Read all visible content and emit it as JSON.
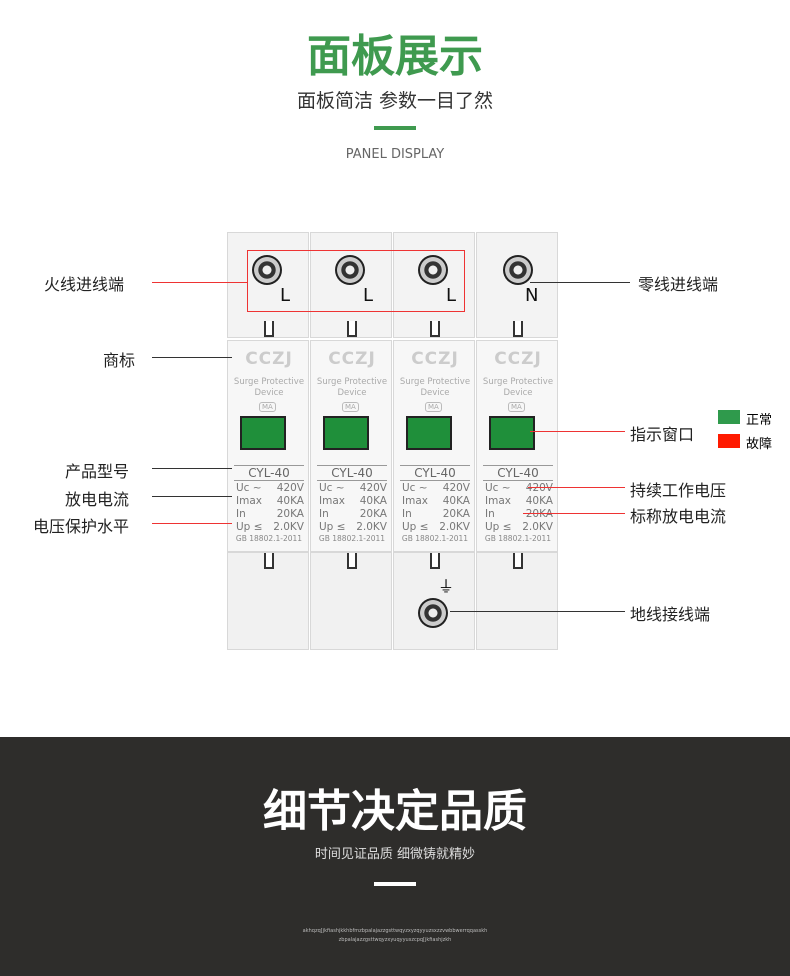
{
  "header": {
    "title": "面板展示",
    "subtitle": "面板简洁 参数一目了然",
    "english": "PANEL DISPLAY"
  },
  "device": {
    "modules": [
      {
        "terminal": "L"
      },
      {
        "terminal": "L"
      },
      {
        "terminal": "L"
      },
      {
        "terminal": "N"
      }
    ],
    "brand": "CCZJ",
    "type_line1": "Surge Protective",
    "type_line2": "Device",
    "cert": "MA",
    "model": "CYL-40",
    "specs": [
      [
        "Uc ~",
        "420V"
      ],
      [
        "Imax",
        "40KA"
      ],
      [
        "In",
        "20KA"
      ],
      [
        "Up ≤",
        "2.0KV"
      ]
    ],
    "standard": "GB 18802.1-2011",
    "ground_symbol": "⏚"
  },
  "labels": {
    "live_in": "火线进线端",
    "brand": "商标",
    "model": "产品型号",
    "discharge": "放电电流",
    "up_level": "电压保护水平",
    "neutral_in": "零线进线端",
    "window": "指示窗口",
    "uc": "持续工作电压",
    "in": "标称放电电流",
    "ground": "地线接线端"
  },
  "legend": {
    "normal": "正常",
    "fault": "故障",
    "normal_color": "#2f9a4c",
    "fault_color": "#ff1a00"
  },
  "footer": {
    "title": "细节决定品质",
    "subtitle": "时间见证品质 细微铸就精妙",
    "tiny1": "akhqzq[jkfiashjkkhbfmzbpalajazzgsttwqyzxyzqyyuzsxzzvwbbwerrqqasskh",
    "tiny2": "zbpalajazzgsttwqyzxyuqyyuszcpq[jkfiashjzkh"
  }
}
